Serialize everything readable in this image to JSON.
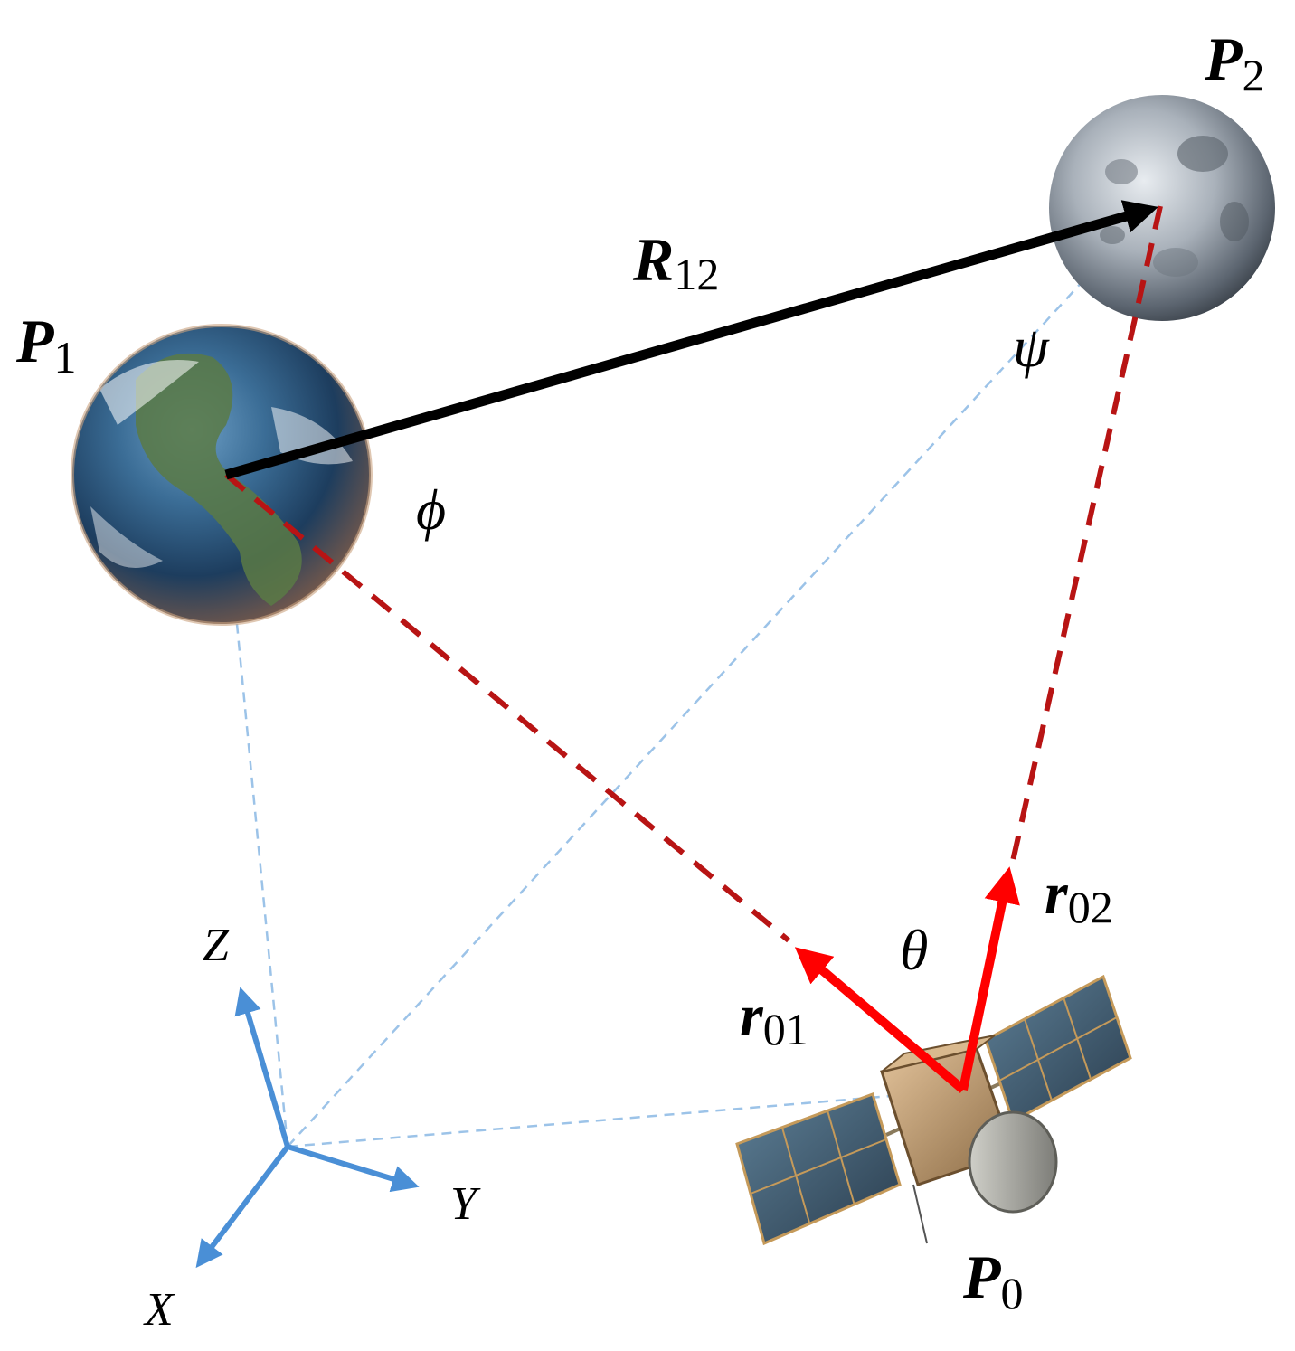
{
  "labels": {
    "p1": {
      "main": "P",
      "sub": "1"
    },
    "p2": {
      "main": "P",
      "sub": "2"
    },
    "p0": {
      "main": "P",
      "sub": "0"
    },
    "r12": {
      "main": "R",
      "sub": "12"
    },
    "r01": {
      "main": "r",
      "sub": "01"
    },
    "r02": {
      "main": "r",
      "sub": "02"
    },
    "phi": "ϕ",
    "psi": "ψ",
    "theta": "θ"
  },
  "axes": {
    "x": "X",
    "y": "Y",
    "z": "Z"
  },
  "bodies": {
    "p1": {
      "depicts": "earth-globe"
    },
    "p2": {
      "depicts": "moon"
    },
    "p0": {
      "depicts": "satellite"
    }
  },
  "colors": {
    "vector_r12": "#000000",
    "vectors_r0": "#ff0000",
    "dashed_red": "#b81414",
    "axes": "#4a8fd6",
    "projection_lines": "#9cc3e8"
  }
}
